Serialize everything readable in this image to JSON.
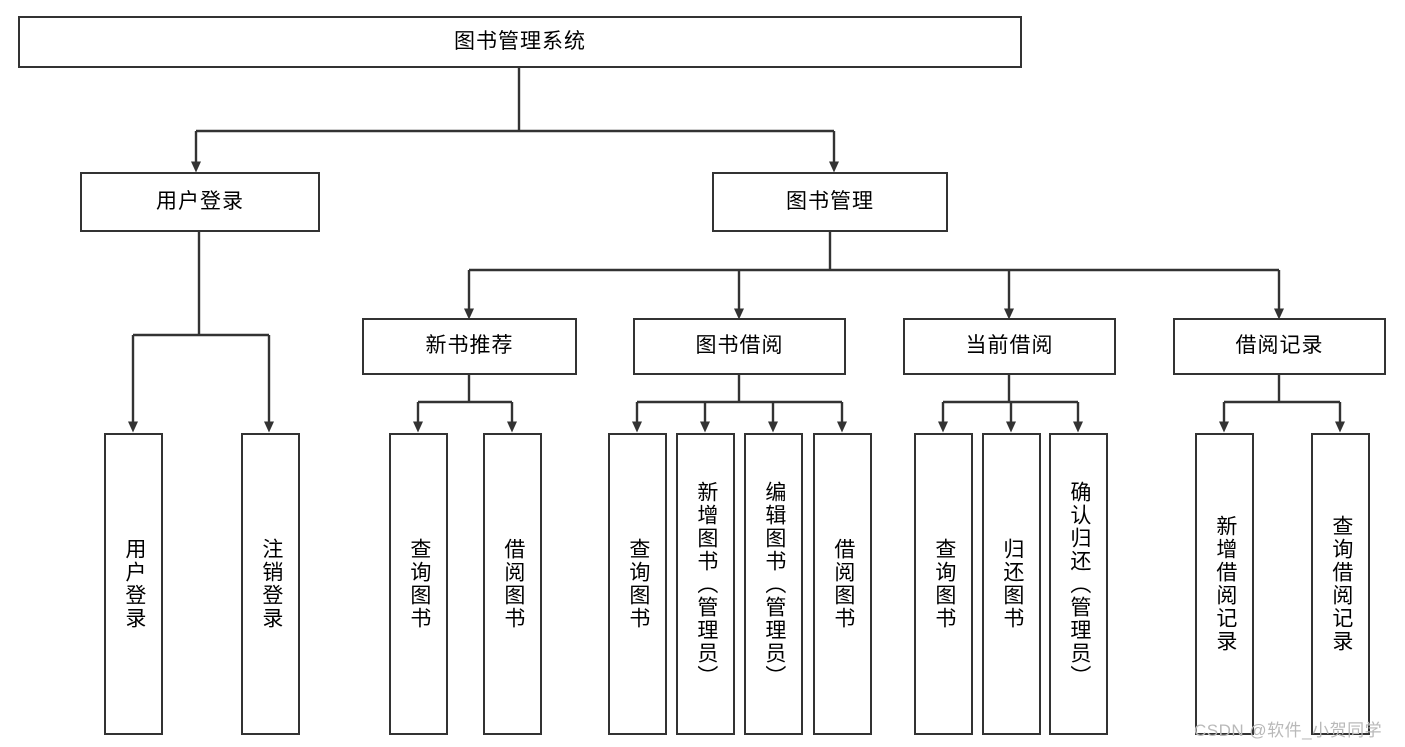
{
  "diagram": {
    "type": "hierarchy-tree",
    "orientation": "top-down",
    "root": {
      "id": "root",
      "label": "图书管理系统"
    },
    "level2": [
      {
        "id": "user-login",
        "label": "用户登录"
      },
      {
        "id": "book-manage",
        "label": "图书管理"
      }
    ],
    "level3": [
      {
        "id": "new-book-rec",
        "label": "新书推荐",
        "parent": "book-manage"
      },
      {
        "id": "book-borrow",
        "label": "图书借阅",
        "parent": "book-manage"
      },
      {
        "id": "current-borrow",
        "label": "当前借阅",
        "parent": "book-manage"
      },
      {
        "id": "borrow-record",
        "label": "借阅记录",
        "parent": "book-manage"
      }
    ],
    "leaves": [
      {
        "id": "leaf-user-login",
        "label": "用户登录",
        "parent": "user-login"
      },
      {
        "id": "leaf-logout",
        "label": "注销登录",
        "parent": "user-login"
      },
      {
        "id": "leaf-query-book-1",
        "label": "查询图书",
        "parent": "new-book-rec"
      },
      {
        "id": "leaf-borrow-book-1",
        "label": "借阅图书",
        "parent": "new-book-rec"
      },
      {
        "id": "leaf-query-book-2",
        "label": "查询图书",
        "parent": "book-borrow"
      },
      {
        "id": "leaf-add-book",
        "label": "新增图书（管理员）",
        "parent": "book-borrow"
      },
      {
        "id": "leaf-edit-book",
        "label": "编辑图书（管理员）",
        "parent": "book-borrow"
      },
      {
        "id": "leaf-borrow-book-2",
        "label": "借阅图书",
        "parent": "book-borrow"
      },
      {
        "id": "leaf-query-book-3",
        "label": "查询图书",
        "parent": "current-borrow"
      },
      {
        "id": "leaf-return-book",
        "label": "归还图书",
        "parent": "current-borrow"
      },
      {
        "id": "leaf-confirm-return",
        "label": "确认归还（管理员）",
        "parent": "current-borrow"
      },
      {
        "id": "leaf-add-record",
        "label": "新增借阅记录",
        "parent": "borrow-record"
      },
      {
        "id": "leaf-query-record",
        "label": "查询借阅记录",
        "parent": "borrow-record"
      }
    ],
    "colors": {
      "stroke": "#333333",
      "fill": "#ffffff",
      "text": "#000000",
      "watermark": "#b9b9b9"
    }
  },
  "watermark": {
    "text": "CSDN @软件_小贺同学"
  }
}
